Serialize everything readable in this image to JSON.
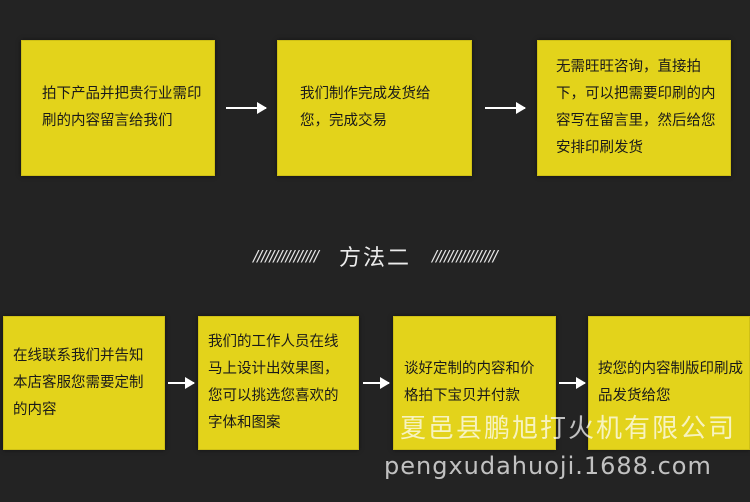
{
  "method1": {
    "steps": [
      "拍下产品并把贵行业需印刷的内容留言给我们",
      "我们制作完成发货给您，完成交易",
      "无需旺旺咨询，直接拍下，可以把需要印刷的内容写在留言里，然后给您安排印刷发货"
    ]
  },
  "method2": {
    "heading": "方法二",
    "left_slashes": "////////////////",
    "right_slashes": "////////////////",
    "steps": [
      "在线联系我们并告知本店客服您需要定制的内容",
      "我们的工作人员在线马上设计出效果图，您可以挑选您喜欢的字体和图案",
      "谈好定制的内容和价格拍下宝贝并付款",
      "按您的内容制版印刷成品发货给您"
    ]
  },
  "watermark": {
    "company": "夏邑县鹏旭打火机有限公司",
    "url": "pengxudahuoji.1688.com"
  },
  "colors": {
    "background": "#232323",
    "box": "#e3d31b",
    "arrow": "#ffffff"
  }
}
